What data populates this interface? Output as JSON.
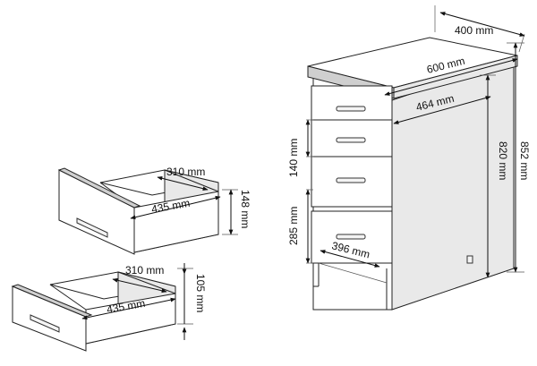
{
  "cabinet": {
    "depth": "400 mm",
    "width": "600 mm",
    "inner_width": "464 mm",
    "drawer_small": "140 mm",
    "drawer_large": "285 mm",
    "drawer_depth": "396 mm",
    "carcass_height": "820 mm",
    "total_height": "852 mm"
  },
  "top_drawer": {
    "inner_depth": "310 mm",
    "width": "435 mm",
    "height": "148 mm"
  },
  "bottom_drawer": {
    "inner_depth": "310 mm",
    "width": "435 mm",
    "height": "105 mm"
  }
}
